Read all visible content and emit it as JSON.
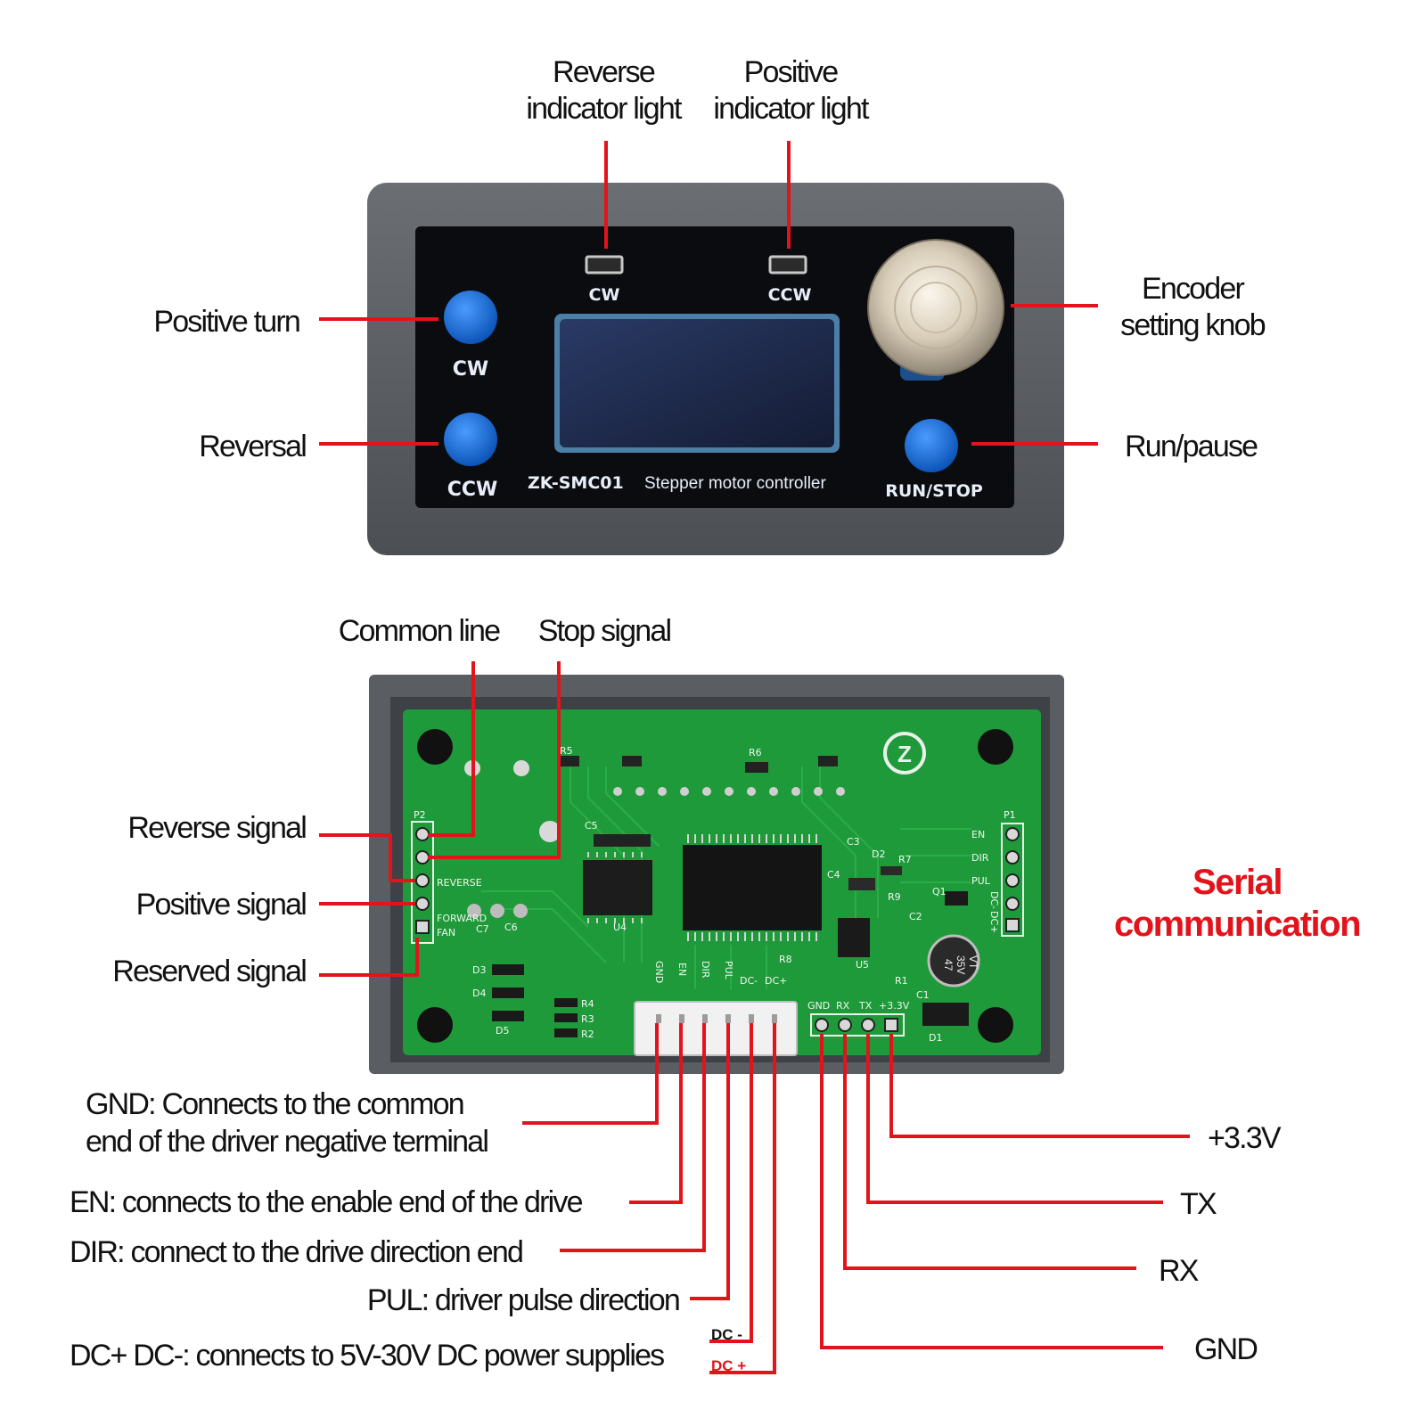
{
  "front": {
    "callouts": {
      "reverse_indicator": [
        "Reverse",
        "indicator light"
      ],
      "positive_indicator": [
        "Positive",
        "indicator light"
      ],
      "positive_turn": "Positive turn",
      "reversal": "Reversal",
      "encoder_knob": [
        "Encoder",
        "setting knob"
      ],
      "run_pause": "Run/pause"
    },
    "panel": {
      "cw_led": "CW",
      "ccw_led": "CCW",
      "cw_button": "CW",
      "ccw_button": "CCW",
      "run_stop_button": "RUN/STOP",
      "model": "ZK-SMC01",
      "description": "Stepper motor controller"
    }
  },
  "back": {
    "callouts": {
      "common_line": "Common line",
      "stop_signal": "Stop signal",
      "reverse_signal": "Reverse signal",
      "positive_signal": "Positive signal",
      "reserved_signal": "Reserved signal",
      "serial_communication": [
        "Serial",
        "communication"
      ],
      "plus_3v3": "+3.3V",
      "tx": "TX",
      "rx": "RX",
      "gnd": "GND",
      "gnd_desc": [
        "GND: Connects to the common",
        "end of the driver negative terminal"
      ],
      "en_desc": "EN: connects to the enable end of the drive",
      "dir_desc": "DIR: connect to the drive direction end",
      "pul_desc": "PUL: driver pulse direction",
      "dc_desc": "DC+ DC-: connects to 5V-30V DC power supplies",
      "dc_minus_tag": "DC -",
      "dc_plus_tag": "DC +"
    },
    "pcb": {
      "p2": "P2",
      "p2_pins": [
        "REVERSE",
        "FORWARD",
        "FAN"
      ],
      "p1": "P1",
      "p1_pins": [
        "EN",
        "DIR",
        "PUL",
        "DC-",
        "DC+"
      ],
      "bottom_header": [
        "GND",
        "EN",
        "DIR",
        "PUL",
        "DC-",
        "DC+"
      ],
      "serial_header": [
        "GND",
        "RX",
        "TX",
        "+3.3V"
      ],
      "capacitor": [
        "47",
        "35V",
        "VT"
      ],
      "components": [
        "R5",
        "R6",
        "C5",
        "C3",
        "D2",
        "R7",
        "C4",
        "R9",
        "C2",
        "Q1",
        "U4",
        "C7",
        "C6",
        "D3",
        "D4",
        "D5",
        "R4",
        "R3",
        "R2",
        "R8",
        "U5",
        "R1",
        "C1",
        "D1"
      ]
    }
  },
  "colors": {
    "callout_line": "#e3131b",
    "serial_text": "#e3131b",
    "case": "#5c5f63",
    "panel": "#0b0c10",
    "button": "#1a6fd6",
    "pcb": "#1f9a3a",
    "display": "#1e2a48"
  }
}
